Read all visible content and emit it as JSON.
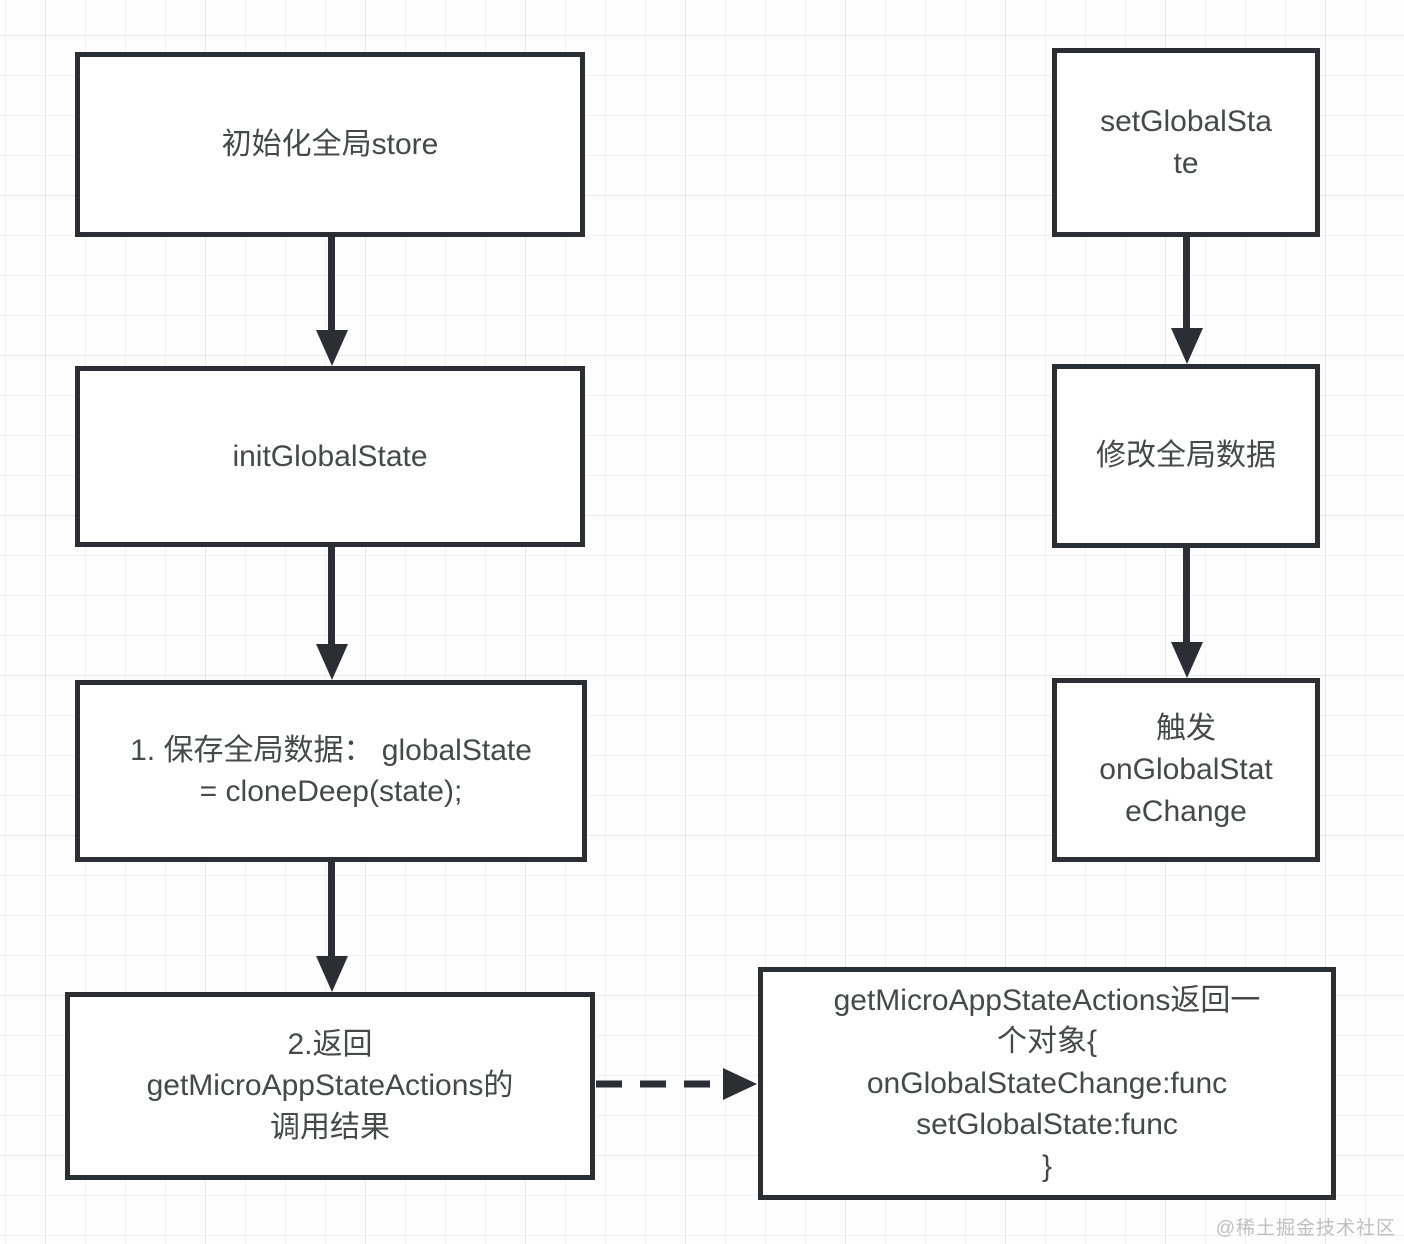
{
  "theme": {
    "background": "#fdfdfe",
    "grid_minor": "#f2f2f4",
    "grid_major": "#e9e9ec",
    "node_border": "#2b2f34",
    "node_fill": "#ffffff",
    "text": "#46484c",
    "arrow": "#2b2f34",
    "watermark": "#bfbfc3"
  },
  "nodes": {
    "init_store": {
      "label": "初始化全局store"
    },
    "init_global_state": {
      "label": "initGlobalState"
    },
    "save_global_state": {
      "label": "1. 保存全局数据： globalState\n= cloneDeep(state);"
    },
    "return_result": {
      "label": "2.返回\ngetMicroAppStateActions的\n调用结果"
    },
    "set_global_state": {
      "label": "setGlobalSta\nte"
    },
    "modify_global_data": {
      "label": "修改全局数据"
    },
    "trigger_on_global_state_change": {
      "label": "触发\nonGlobalStat\neChange"
    },
    "actions_return_object": {
      "label": "getMicroAppStateActions返回一\n个对象{\nonGlobalStateChange:func\nsetGlobalState:func\n}"
    }
  },
  "edges": [
    {
      "from": "init_store",
      "to": "init_global_state",
      "style": "solid"
    },
    {
      "from": "init_global_state",
      "to": "save_global_state",
      "style": "solid"
    },
    {
      "from": "save_global_state",
      "to": "return_result",
      "style": "solid"
    },
    {
      "from": "set_global_state",
      "to": "modify_global_data",
      "style": "solid"
    },
    {
      "from": "modify_global_data",
      "to": "trigger_on_global_state_change",
      "style": "solid"
    },
    {
      "from": "return_result",
      "to": "actions_return_object",
      "style": "dashed"
    }
  ],
  "watermark": {
    "text": "@稀土掘金技术社区"
  }
}
